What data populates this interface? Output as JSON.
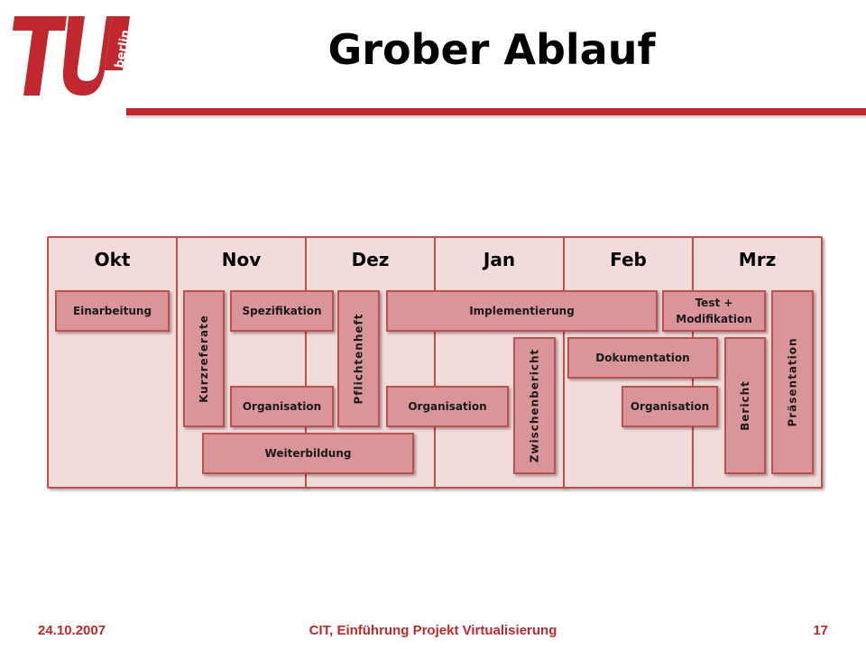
{
  "header": {
    "title": "Grober Ablauf",
    "logo_text": "berlin"
  },
  "timeline": {
    "months": [
      "Okt",
      "Nov",
      "Dez",
      "Jan",
      "Feb",
      "Mrz"
    ],
    "tasks": {
      "einarbeitung": "Einarbeitung",
      "kurzreferate": "Kurzreferate",
      "spezifikation": "Spezifikation",
      "pflichtenheft": "Pflichtenheft",
      "implementierung": "Implementierung",
      "test_modifikation": "Test + Modifikation",
      "praesentation": "Präsentation",
      "zwischenbericht": "Zwischenbericht",
      "dokumentation": "Dokumentation",
      "bericht": "Bericht",
      "organisation_nov": "Organisation",
      "organisation_jan": "Organisation",
      "organisation_feb": "Organisation",
      "weiterbildung": "Weiterbildung"
    }
  },
  "footer": {
    "date": "24.10.2007",
    "center": "CIT, Einführung Projekt Virtualisierung",
    "page": "17"
  },
  "colors": {
    "accent": "#c0282d",
    "column_bg": "#f2dcdb",
    "task_bg": "#d9959a",
    "border": "#c0504d"
  }
}
